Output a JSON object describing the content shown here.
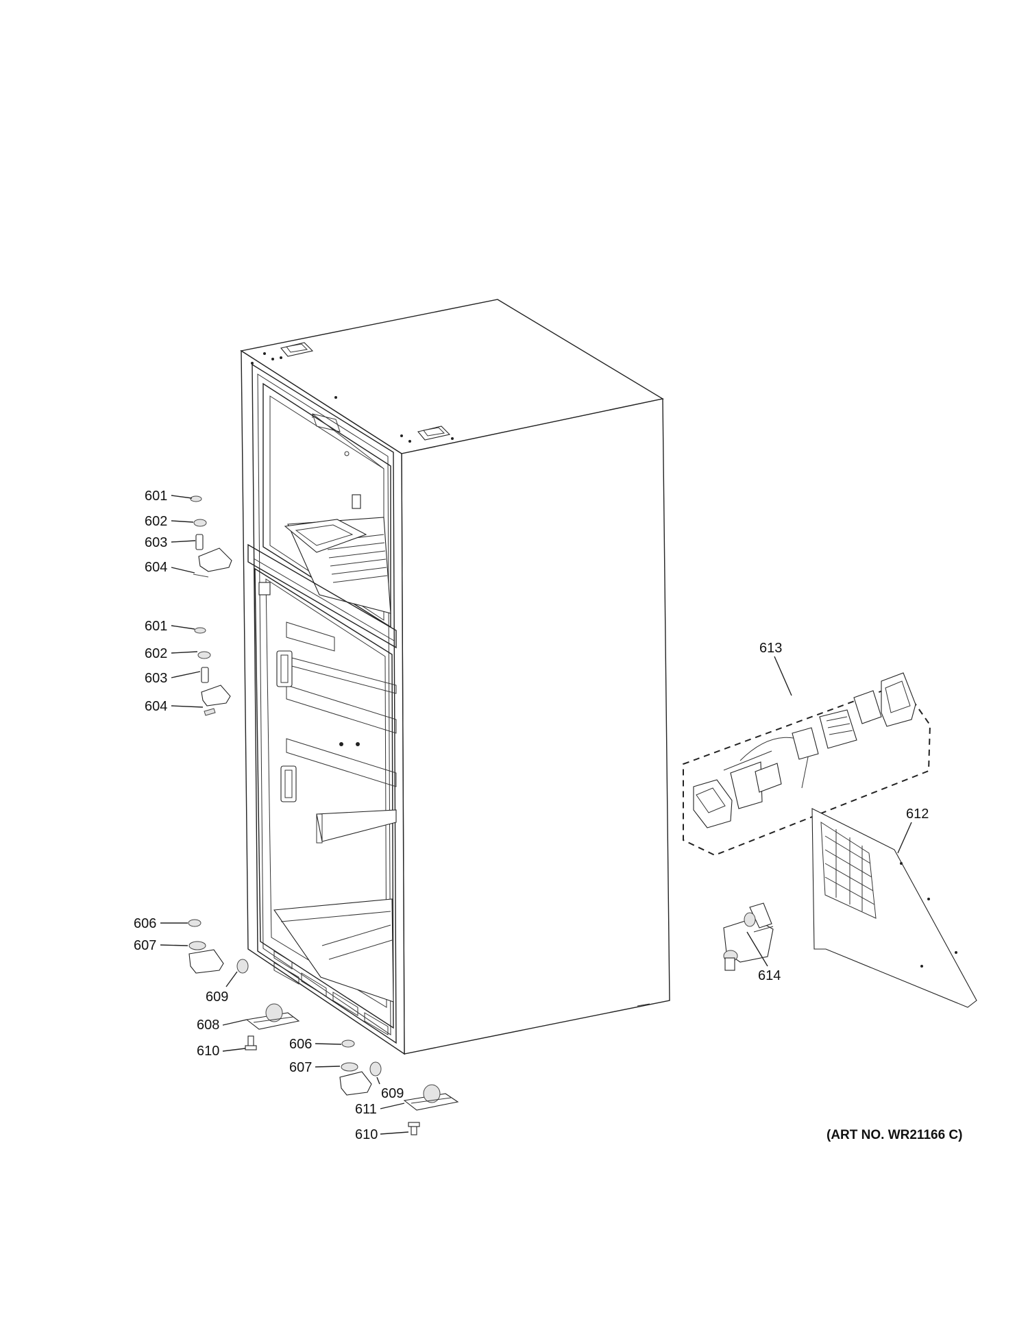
{
  "art_number": "(ART NO. WR21166 C)",
  "labels": {
    "l601a": "601",
    "l602a": "602",
    "l603a": "603",
    "l604a": "604",
    "l601b": "601",
    "l602b": "602",
    "l603b": "603",
    "l604b": "604",
    "l606a": "606",
    "l607a": "607",
    "l609a": "609",
    "l608": "608",
    "l610a": "610",
    "l606b": "606",
    "l607b": "607",
    "l609b": "609",
    "l611": "611",
    "l610b": "610",
    "l613": "613",
    "l612": "612",
    "l614": "614"
  }
}
